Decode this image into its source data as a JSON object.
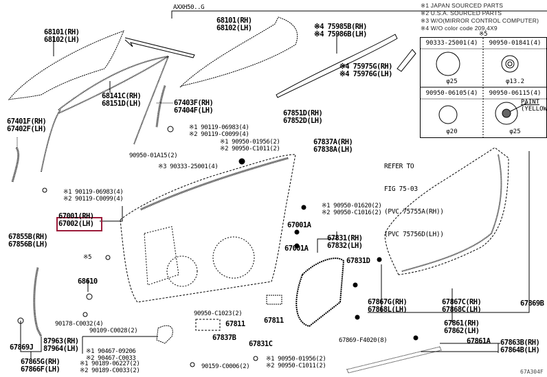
{
  "diagram_title": "AXXH50..G",
  "notes": [
    "※1 JAPAN SOURCED PARTS",
    "※2 U.S.A. SOURCED PARTS",
    "※3 W/O(MIRROR CONTROL COMPUTER)",
    "※4 W/O color code 209,4X9"
  ],
  "table": {
    "marker": "※5",
    "cells": [
      {
        "part": "90333-25001(4)",
        "dim": "φ25"
      },
      {
        "part": "90950-01841(4)",
        "dim": "φ13.2"
      },
      {
        "part": "90950-06105(4)",
        "dim": "φ20"
      },
      {
        "part": "90950-06115(4)",
        "dim": "φ25"
      }
    ],
    "paint_note": [
      "PAINT",
      "(YELLOW)"
    ]
  },
  "refer": [
    "REFER TO",
    "FIG 75-03",
    "(PVC 75755A(RH))",
    "(PVC 75756D(LH))"
  ],
  "callouts": [
    {
      "lines": [
        "68101(RH)",
        "68102(LH)"
      ]
    },
    {
      "lines": [
        "68101(RH)",
        "68102(LH)"
      ]
    },
    {
      "lines": [
        "※4 75985B(RH)",
        "※4 75986B(LH)"
      ]
    },
    {
      "lines": [
        "※4 75975G(RH)",
        "※4 75976G(LH)"
      ]
    },
    {
      "lines": [
        "68141C(RH)",
        "68151D(LH)"
      ]
    },
    {
      "lines": [
        "67403F(RH)",
        "67404F(LH)"
      ]
    },
    {
      "lines": [
        "67851D(RH)",
        "67852D(LH)"
      ]
    },
    {
      "lines": [
        "67401F(RH)",
        "67402F(LH)"
      ]
    },
    {
      "lines": [
        "※1 90119-06983(4)",
        "※2 90119-C0099(4)"
      ]
    },
    {
      "lines": [
        "※1 90950-01956(2)",
        "※2 90950-C1011(2)"
      ]
    },
    {
      "lines": [
        "67837A(RH)",
        "67838A(LH)"
      ]
    },
    {
      "lines": [
        "90950-01A15(2)"
      ]
    },
    {
      "lines": [
        "※3 90333-25001(4)"
      ]
    },
    {
      "lines": [
        "※1 90119-06983(4)",
        "※2 90119-C0099(4)"
      ]
    },
    {
      "lines": [
        "67001(RH)",
        "67002(LH)"
      ]
    },
    {
      "lines": [
        "※1 90950-01620(2)",
        "※2 90950-C1016(2)"
      ]
    },
    {
      "lines": [
        "67855B(RH)",
        "67856B(LH)"
      ]
    },
    {
      "lines": [
        "67001A"
      ]
    },
    {
      "lines": [
        "67831(RH)",
        "67832(LH)"
      ]
    },
    {
      "lines": [
        "67001A"
      ]
    },
    {
      "lines": [
        "※5"
      ]
    },
    {
      "lines": [
        "67831D"
      ]
    },
    {
      "lines": [
        "68610"
      ]
    },
    {
      "lines": [
        "67867G(RH)",
        "67868L(LH)"
      ]
    },
    {
      "lines": [
        "67867C(RH)",
        "67868C(LH)"
      ]
    },
    {
      "lines": [
        "67869B"
      ]
    },
    {
      "lines": [
        "90950-C1023(2)"
      ]
    },
    {
      "lines": [
        "67811"
      ]
    },
    {
      "lines": [
        "67811"
      ]
    },
    {
      "lines": [
        "90178-C0032(4)"
      ]
    },
    {
      "lines": [
        "90109-C0028(2)"
      ]
    },
    {
      "lines": [
        "67861(RH)",
        "67862(LH)"
      ]
    },
    {
      "lines": [
        "67837B"
      ]
    },
    {
      "lines": [
        "87963(RH)",
        "87964(LH)"
      ]
    },
    {
      "lines": [
        "67869J"
      ]
    },
    {
      "lines": [
        "67869-F4020(8)"
      ]
    },
    {
      "lines": [
        "67831C"
      ]
    },
    {
      "lines": [
        "67861A"
      ]
    },
    {
      "lines": [
        "67863B(RH)",
        "67864B(LH)"
      ]
    },
    {
      "lines": [
        "※1 90467-09206",
        "※2 90467-C0033"
      ]
    },
    {
      "lines": [
        "67865G(RH)",
        "67866F(LH)"
      ]
    },
    {
      "lines": [
        "※1 90189-06227(2)",
        "※2 90189-C0033(2)"
      ]
    },
    {
      "lines": [
        "90159-C0006(2)"
      ]
    },
    {
      "lines": [
        "※1 90950-01956(2)",
        "※2 90950-C1011(2)"
      ]
    }
  ],
  "figure_code": "67A304F"
}
